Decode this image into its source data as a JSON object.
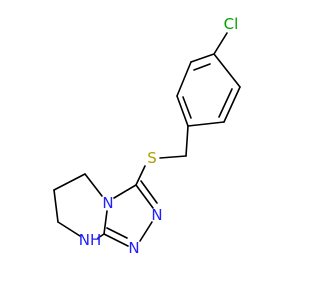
{
  "molecule": {
    "atoms": [
      {
        "id": "Cl",
        "label": "Cl",
        "color": "#00a000"
      },
      {
        "id": "S",
        "label": "S",
        "color": "#b0a000"
      },
      {
        "id": "N4",
        "label": "N",
        "color": "#2020ff"
      },
      {
        "id": "N2",
        "label": "N",
        "color": "#2020ff"
      },
      {
        "id": "N1",
        "label": "N",
        "color": "#2020ff"
      },
      {
        "id": "NH",
        "label": "NH",
        "color": "#2020ff"
      }
    ],
    "bond_color": "#000000"
  }
}
